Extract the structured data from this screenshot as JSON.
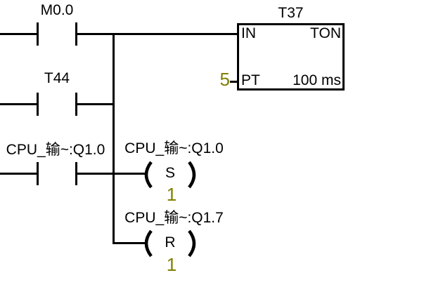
{
  "ladder": {
    "contacts": [
      {
        "label": "M0.0"
      },
      {
        "label": "T44"
      },
      {
        "label": "CPU_输~:Q1.0"
      }
    ],
    "timer": {
      "name": "T37",
      "pin_in": "IN",
      "type": "TON",
      "pin_pt": "PT",
      "preset": "5",
      "resolution": "100 ms"
    },
    "coils": [
      {
        "label": "CPU_输~:Q1.0",
        "symbol": "S",
        "value": "1"
      },
      {
        "label": "CPU_输~:Q1.7",
        "symbol": "R",
        "value": "1"
      }
    ],
    "colors": {
      "wire": "#000000",
      "text": "#000000",
      "operand_value": "#808000",
      "background": "#ffffff"
    }
  }
}
